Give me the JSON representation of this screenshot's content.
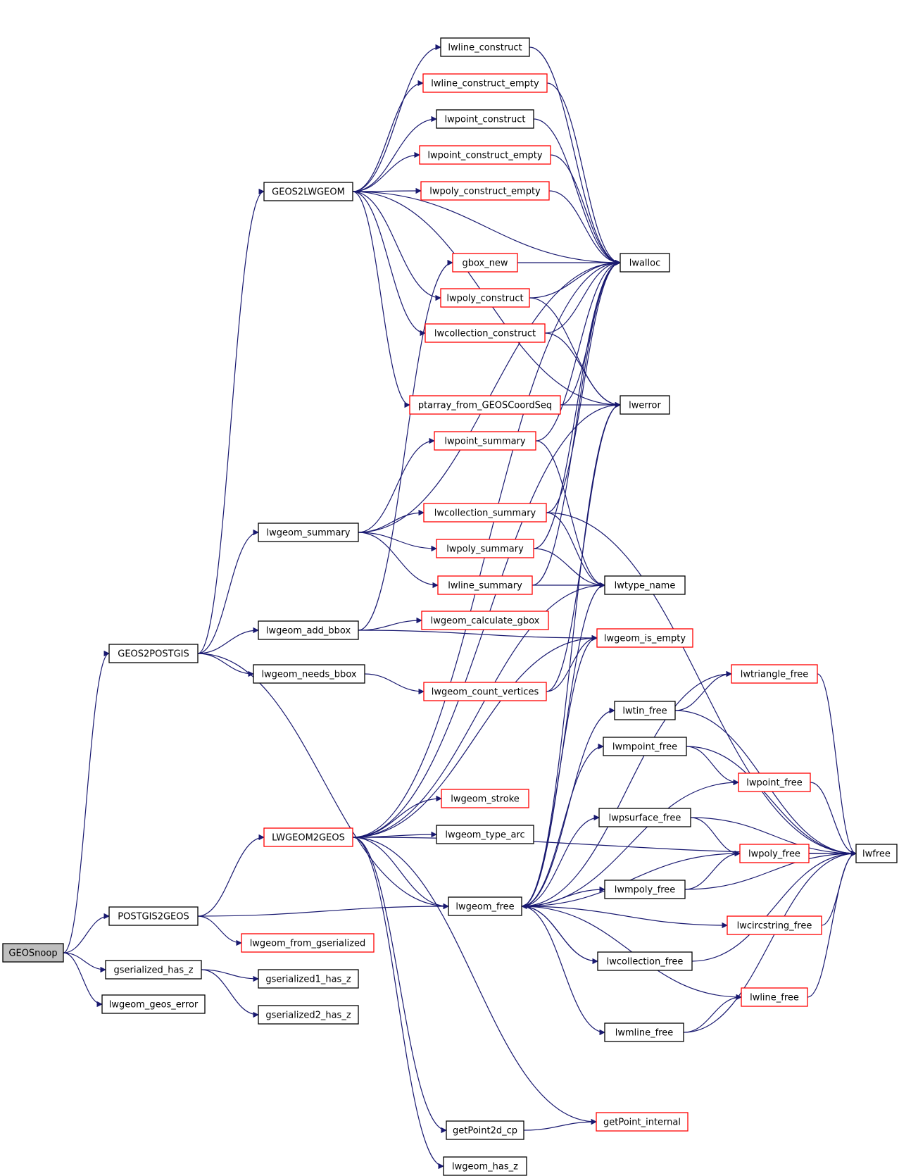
{
  "colors": {
    "edge": "#191970",
    "node_border": "#000000",
    "node_border_link": "#ff0000",
    "root_fill": "#bfbfbf"
  },
  "nodes": {
    "GEOSnoop": {
      "label": "GEOSnoop",
      "style": "root"
    },
    "GEOS2POSTGIS": {
      "label": "GEOS2POSTGIS",
      "style": "black"
    },
    "POSTGIS2GEOS": {
      "label": "POSTGIS2GEOS",
      "style": "black"
    },
    "gserialized_has_z": {
      "label": "gserialized_has_z",
      "style": "black"
    },
    "lwgeom_geos_error": {
      "label": "lwgeom_geos_error",
      "style": "black"
    },
    "GEOS2LWGEOM": {
      "label": "GEOS2LWGEOM",
      "style": "black"
    },
    "lwgeom_summary": {
      "label": "lwgeom_summary",
      "style": "black"
    },
    "lwgeom_add_bbox": {
      "label": "lwgeom_add_bbox",
      "style": "black"
    },
    "lwgeom_needs_bbox": {
      "label": "lwgeom_needs_bbox",
      "style": "black"
    },
    "LWGEOM2GEOS": {
      "label": "LWGEOM2GEOS",
      "style": "red"
    },
    "lwgeom_from_gserialized": {
      "label": "lwgeom_from_gserialized",
      "style": "red"
    },
    "gserialized1_has_z": {
      "label": "gserialized1_has_z",
      "style": "black"
    },
    "gserialized2_has_z": {
      "label": "gserialized2_has_z",
      "style": "black"
    },
    "lwline_construct": {
      "label": "lwline_construct",
      "style": "black"
    },
    "lwline_construct_empty": {
      "label": "lwline_construct_empty",
      "style": "red"
    },
    "lwpoint_construct": {
      "label": "lwpoint_construct",
      "style": "black"
    },
    "lwpoint_construct_empty": {
      "label": "lwpoint_construct_empty",
      "style": "red"
    },
    "lwpoly_construct_empty": {
      "label": "lwpoly_construct_empty",
      "style": "red"
    },
    "gbox_new": {
      "label": "gbox_new",
      "style": "red"
    },
    "lwpoly_construct": {
      "label": "lwpoly_construct",
      "style": "red"
    },
    "lwcollection_construct": {
      "label": "lwcollection_construct",
      "style": "red"
    },
    "ptarray_from_GEOSCoordSeq": {
      "label": "ptarray_from_GEOSCoordSeq",
      "style": "red"
    },
    "lwpoint_summary": {
      "label": "lwpoint_summary",
      "style": "red"
    },
    "lwcollection_summary": {
      "label": "lwcollection_summary",
      "style": "red"
    },
    "lwpoly_summary": {
      "label": "lwpoly_summary",
      "style": "red"
    },
    "lwline_summary": {
      "label": "lwline_summary",
      "style": "red"
    },
    "lwgeom_calculate_gbox": {
      "label": "lwgeom_calculate_gbox",
      "style": "red"
    },
    "lwgeom_count_vertices": {
      "label": "lwgeom_count_vertices",
      "style": "red"
    },
    "lwgeom_stroke": {
      "label": "lwgeom_stroke",
      "style": "red"
    },
    "lwgeom_type_arc": {
      "label": "lwgeom_type_arc",
      "style": "black"
    },
    "lwgeom_free": {
      "label": "lwgeom_free",
      "style": "black"
    },
    "getPoint2d_cp": {
      "label": "getPoint2d_cp",
      "style": "black"
    },
    "lwgeom_has_z": {
      "label": "lwgeom_has_z",
      "style": "black"
    },
    "lwalloc": {
      "label": "lwalloc",
      "style": "black"
    },
    "lwerror": {
      "label": "lwerror",
      "style": "black"
    },
    "lwtype_name": {
      "label": "lwtype_name",
      "style": "black"
    },
    "lwgeom_is_empty": {
      "label": "lwgeom_is_empty",
      "style": "red"
    },
    "lwtriangle_free": {
      "label": "lwtriangle_free",
      "style": "red"
    },
    "lwtin_free": {
      "label": "lwtin_free",
      "style": "black"
    },
    "lwmpoint_free": {
      "label": "lwmpoint_free",
      "style": "black"
    },
    "lwpoint_free": {
      "label": "lwpoint_free",
      "style": "red"
    },
    "lwpsurface_free": {
      "label": "lwpsurface_free",
      "style": "black"
    },
    "lwpoly_free": {
      "label": "lwpoly_free",
      "style": "red"
    },
    "lwfree": {
      "label": "lwfree",
      "style": "black"
    },
    "lwmpoly_free": {
      "label": "lwmpoly_free",
      "style": "black"
    },
    "lwcircstring_free": {
      "label": "lwcircstring_free",
      "style": "red"
    },
    "lwcollection_free": {
      "label": "lwcollection_free",
      "style": "black"
    },
    "lwline_free": {
      "label": "lwline_free",
      "style": "red"
    },
    "lwmline_free": {
      "label": "lwmline_free",
      "style": "black"
    },
    "getPoint_internal": {
      "label": "getPoint_internal",
      "style": "red"
    }
  },
  "edges": [
    [
      "GEOSnoop",
      "GEOS2POSTGIS"
    ],
    [
      "GEOSnoop",
      "POSTGIS2GEOS"
    ],
    [
      "GEOSnoop",
      "gserialized_has_z"
    ],
    [
      "GEOSnoop",
      "lwgeom_geos_error"
    ],
    [
      "GEOS2POSTGIS",
      "GEOS2LWGEOM"
    ],
    [
      "GEOS2POSTGIS",
      "lwgeom_summary"
    ],
    [
      "GEOS2POSTGIS",
      "lwgeom_add_bbox"
    ],
    [
      "GEOS2POSTGIS",
      "lwgeom_needs_bbox"
    ],
    [
      "GEOS2POSTGIS",
      "lwgeom_free"
    ],
    [
      "POSTGIS2GEOS",
      "LWGEOM2GEOS"
    ],
    [
      "POSTGIS2GEOS",
      "lwgeom_from_gserialized"
    ],
    [
      "POSTGIS2GEOS",
      "lwgeom_free"
    ],
    [
      "gserialized_has_z",
      "gserialized1_has_z"
    ],
    [
      "gserialized_has_z",
      "gserialized2_has_z"
    ],
    [
      "GEOS2LWGEOM",
      "lwline_construct"
    ],
    [
      "GEOS2LWGEOM",
      "lwline_construct_empty"
    ],
    [
      "GEOS2LWGEOM",
      "lwpoint_construct"
    ],
    [
      "GEOS2LWGEOM",
      "lwpoint_construct_empty"
    ],
    [
      "GEOS2LWGEOM",
      "lwpoly_construct_empty"
    ],
    [
      "GEOS2LWGEOM",
      "lwpoly_construct"
    ],
    [
      "GEOS2LWGEOM",
      "lwcollection_construct"
    ],
    [
      "GEOS2LWGEOM",
      "ptarray_from_GEOSCoordSeq"
    ],
    [
      "GEOS2LWGEOM",
      "lwalloc"
    ],
    [
      "GEOS2LWGEOM",
      "lwerror"
    ],
    [
      "lwline_construct",
      "lwalloc"
    ],
    [
      "lwline_construct_empty",
      "lwalloc"
    ],
    [
      "lwpoint_construct",
      "lwalloc"
    ],
    [
      "lwpoint_construct_empty",
      "lwalloc"
    ],
    [
      "lwpoly_construct_empty",
      "lwalloc"
    ],
    [
      "gbox_new",
      "lwalloc"
    ],
    [
      "lwpoly_construct",
      "lwalloc"
    ],
    [
      "lwpoly_construct",
      "lwerror"
    ],
    [
      "lwcollection_construct",
      "lwalloc"
    ],
    [
      "lwcollection_construct",
      "lwerror"
    ],
    [
      "ptarray_from_GEOSCoordSeq",
      "lwerror"
    ],
    [
      "ptarray_from_GEOSCoordSeq",
      "lwalloc"
    ],
    [
      "lwgeom_summary",
      "lwpoint_summary"
    ],
    [
      "lwgeom_summary",
      "lwcollection_summary"
    ],
    [
      "lwgeom_summary",
      "lwpoly_summary"
    ],
    [
      "lwgeom_summary",
      "lwline_summary"
    ],
    [
      "lwgeom_summary",
      "lwalloc"
    ],
    [
      "lwpoint_summary",
      "lwalloc"
    ],
    [
      "lwpoint_summary",
      "lwtype_name"
    ],
    [
      "lwcollection_summary",
      "lwalloc"
    ],
    [
      "lwcollection_summary",
      "lwtype_name"
    ],
    [
      "lwcollection_summary",
      "lwfree"
    ],
    [
      "lwpoly_summary",
      "lwalloc"
    ],
    [
      "lwpoly_summary",
      "lwtype_name"
    ],
    [
      "lwline_summary",
      "lwalloc"
    ],
    [
      "lwline_summary",
      "lwtype_name"
    ],
    [
      "lwgeom_add_bbox",
      "gbox_new"
    ],
    [
      "lwgeom_add_bbox",
      "lwgeom_calculate_gbox"
    ],
    [
      "lwgeom_add_bbox",
      "lwgeom_is_empty"
    ],
    [
      "lwgeom_needs_bbox",
      "lwgeom_count_vertices"
    ],
    [
      "lwgeom_count_vertices",
      "lwgeom_is_empty"
    ],
    [
      "lwgeom_count_vertices",
      "lwerror"
    ],
    [
      "LWGEOM2GEOS",
      "lwgeom_stroke"
    ],
    [
      "LWGEOM2GEOS",
      "lwgeom_type_arc"
    ],
    [
      "LWGEOM2GEOS",
      "lwgeom_free"
    ],
    [
      "LWGEOM2GEOS",
      "getPoint2d_cp"
    ],
    [
      "LWGEOM2GEOS",
      "lwgeom_has_z"
    ],
    [
      "LWGEOM2GEOS",
      "getPoint_internal"
    ],
    [
      "LWGEOM2GEOS",
      "lwalloc"
    ],
    [
      "LWGEOM2GEOS",
      "lwerror"
    ],
    [
      "LWGEOM2GEOS",
      "lwtype_name"
    ],
    [
      "LWGEOM2GEOS",
      "lwgeom_is_empty"
    ],
    [
      "LWGEOM2GEOS",
      "lwfree"
    ],
    [
      "getPoint2d_cp",
      "getPoint_internal"
    ],
    [
      "lwgeom_free",
      "lwtriangle_free"
    ],
    [
      "lwgeom_free",
      "lwtin_free"
    ],
    [
      "lwgeom_free",
      "lwmpoint_free"
    ],
    [
      "lwgeom_free",
      "lwpoint_free"
    ],
    [
      "lwgeom_free",
      "lwpsurface_free"
    ],
    [
      "lwgeom_free",
      "lwpoly_free"
    ],
    [
      "lwgeom_free",
      "lwmpoly_free"
    ],
    [
      "lwgeom_free",
      "lwcircstring_free"
    ],
    [
      "lwgeom_free",
      "lwcollection_free"
    ],
    [
      "lwgeom_free",
      "lwline_free"
    ],
    [
      "lwgeom_free",
      "lwmline_free"
    ],
    [
      "lwgeom_free",
      "lwerror"
    ],
    [
      "lwgeom_free",
      "lwtype_name"
    ],
    [
      "lwgeom_free",
      "lwgeom_is_empty"
    ],
    [
      "lwcollection_free",
      "lwgeom_free"
    ],
    [
      "lwcollection_free",
      "lwfree"
    ],
    [
      "lwtriangle_free",
      "lwfree"
    ],
    [
      "lwtin_free",
      "lwtriangle_free"
    ],
    [
      "lwtin_free",
      "lwfree"
    ],
    [
      "lwmpoint_free",
      "lwpoint_free"
    ],
    [
      "lwmpoint_free",
      "lwfree"
    ],
    [
      "lwpoint_free",
      "lwfree"
    ],
    [
      "lwpsurface_free",
      "lwpoly_free"
    ],
    [
      "lwpsurface_free",
      "lwfree"
    ],
    [
      "lwpoly_free",
      "lwfree"
    ],
    [
      "lwmpoly_free",
      "lwpoly_free"
    ],
    [
      "lwmpoly_free",
      "lwfree"
    ],
    [
      "lwcircstring_free",
      "lwfree"
    ],
    [
      "lwline_free",
      "lwfree"
    ],
    [
      "lwmline_free",
      "lwline_free"
    ],
    [
      "lwmline_free",
      "lwfree"
    ]
  ]
}
